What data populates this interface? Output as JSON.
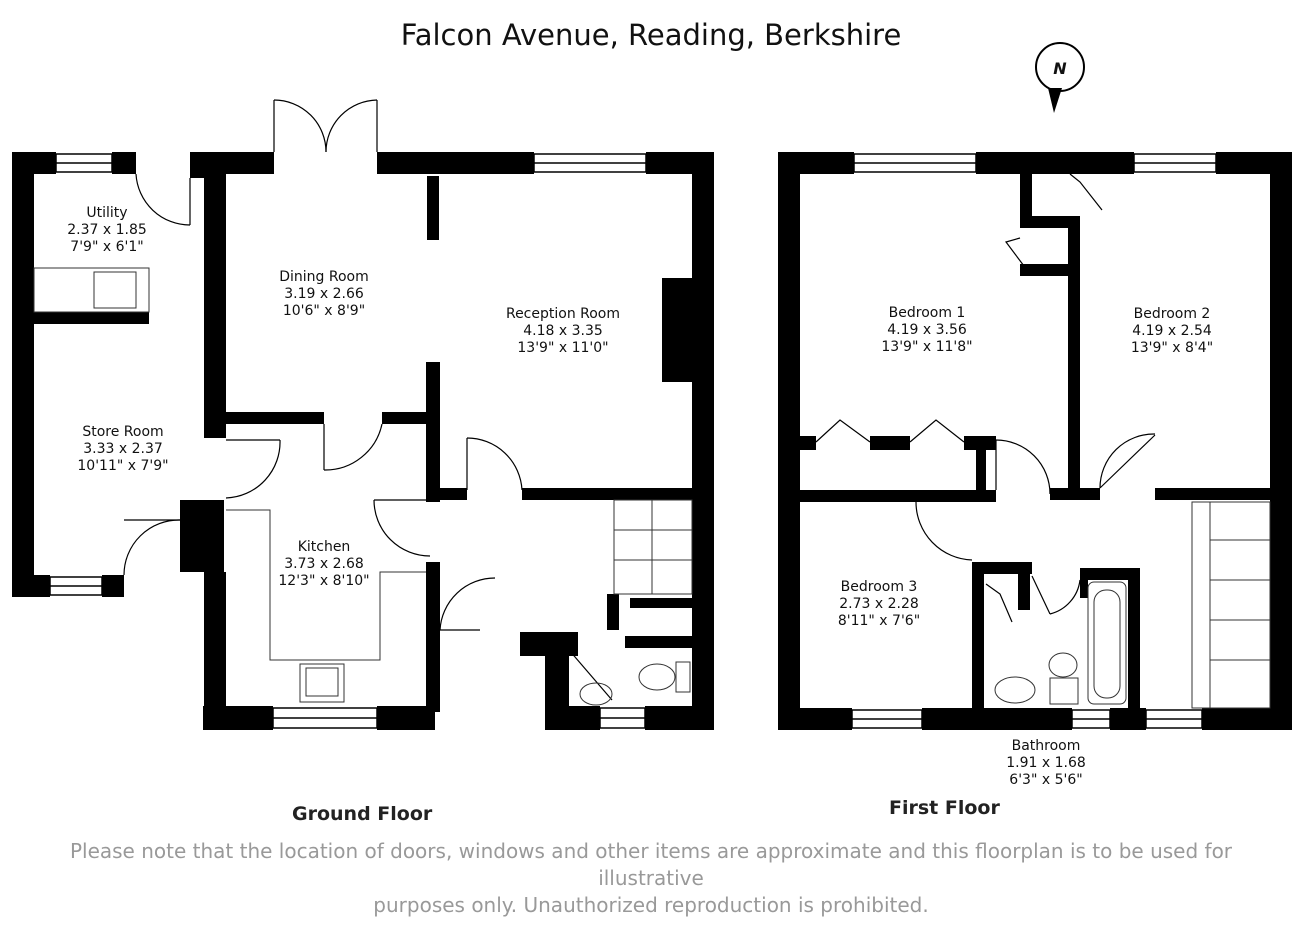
{
  "title": "Falcon Avenue, Reading, Berkshire",
  "compass": {
    "letter": "N"
  },
  "floors": [
    {
      "label": "Ground Floor"
    },
    {
      "label": "First Floor"
    }
  ],
  "rooms": {
    "utility": {
      "name": "Utility",
      "metric": "2.37 x 1.85",
      "imperial": "7'9\" x 6'1\""
    },
    "dining": {
      "name": "Dining Room",
      "metric": "3.19 x 2.66",
      "imperial": "10'6\" x 8'9\""
    },
    "reception": {
      "name": "Reception Room",
      "metric": "4.18 x 3.35",
      "imperial": "13'9\" x 11'0\""
    },
    "store": {
      "name": "Store Room",
      "metric": "3.33 x 2.37",
      "imperial": "10'11\" x 7'9\""
    },
    "kitchen": {
      "name": "Kitchen",
      "metric": "3.73 x 2.68",
      "imperial": "12'3\" x 8'10\""
    },
    "bedroom1": {
      "name": "Bedroom 1",
      "metric": "4.19 x 3.56",
      "imperial": "13'9\" x 11'8\""
    },
    "bedroom2": {
      "name": "Bedroom 2",
      "metric": "4.19 x 2.54",
      "imperial": "13'9\" x 8'4\""
    },
    "bedroom3": {
      "name": "Bedroom 3",
      "metric": "2.73 x 2.28",
      "imperial": "8'11\" x 7'6\""
    },
    "bathroom": {
      "name": "Bathroom",
      "metric": "1.91 x 1.68",
      "imperial": "6'3\" x 5'6\""
    }
  },
  "disclaimer": {
    "line1": "Please note that the location of doors, windows and other items are approximate and this floorplan is to be used for illustrative",
    "line2": "purposes only. Unauthorized reproduction is prohibited."
  }
}
